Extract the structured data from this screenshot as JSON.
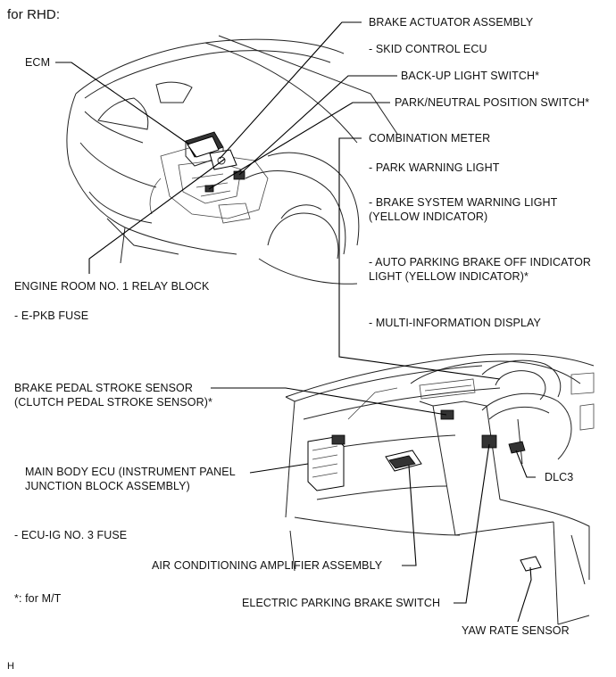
{
  "heading": "for RHD:",
  "labels": {
    "brake_actuator": "BRAKE ACTUATOR ASSEMBLY",
    "skid_control": "- SKID CONTROL ECU",
    "ecm": "ECM",
    "backup_switch": "BACK-UP LIGHT SWITCH*",
    "park_neutral": "PARK/NEUTRAL POSITION SWITCH*",
    "combination_meter": "COMBINATION METER",
    "park_warning": "- PARK WARNING LIGHT",
    "brake_warning_1": "- BRAKE SYSTEM WARNING LIGHT",
    "brake_warning_2": "(YELLOW INDICATOR)",
    "auto_parking_1": "- AUTO PARKING BRAKE OFF INDICATOR",
    "auto_parking_2": "LIGHT (YELLOW INDICATOR)*",
    "multi_info": "- MULTI-INFORMATION DISPLAY",
    "relay_block": "ENGINE ROOM NO. 1 RELAY BLOCK",
    "epkb_fuse": "- E-PKB FUSE",
    "pedal_sensor_1": "BRAKE PEDAL STROKE SENSOR",
    "pedal_sensor_2": "(CLUTCH PEDAL STROKE SENSOR)*",
    "main_body_1": "MAIN BODY ECU (INSTRUMENT PANEL",
    "main_body_2": "JUNCTION BLOCK ASSEMBLY)",
    "dlc3": "DLC3",
    "ecu_ig_fuse": "- ECU-IG NO. 3 FUSE",
    "ac_amplifier": "AIR CONDITIONING AMPLIFIER ASSEMBLY",
    "mt_note": "*: for M/T",
    "epb_switch": "ELECTRIC PARKING BRAKE SWITCH",
    "yaw_sensor": "YAW RATE SENSOR",
    "footer_code": "H"
  }
}
